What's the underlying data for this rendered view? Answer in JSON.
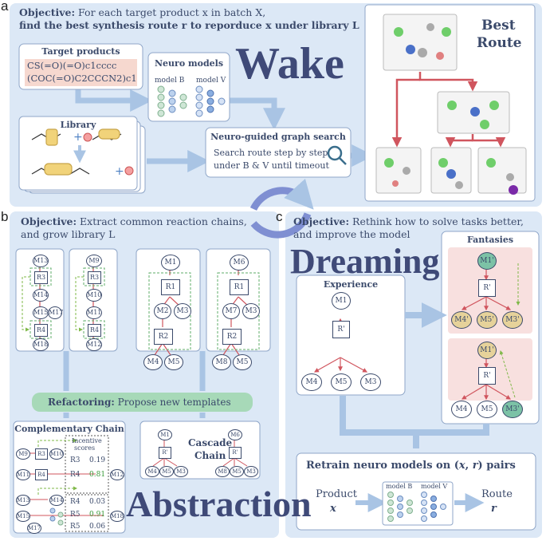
{
  "panel_a": {
    "letter": "a",
    "objective_label": "Objective:",
    "objective_text": " For each target product x in batch X,",
    "objective_line2": "find the best synthesis route r to reporduce x under library L",
    "target_products_title": "Target products",
    "smiles_1": "CS(=O)(=O)c1cccc",
    "smiles_2": "(COC(=O)C2CCCN2)c1",
    "neuro_models_title": "Neuro models",
    "model_b": "model B",
    "model_v": "model V",
    "wake": "Wake",
    "library_title": "Library",
    "search_title": "Neuro-guided graph search",
    "search_line1": "Search route step by step",
    "search_line2": "under B & V until timeout",
    "best_route": "Best\nRoute",
    "best": "Best",
    "route": "Route"
  },
  "panel_b": {
    "letter": "b",
    "objective_label": "Objective:",
    "objective_text": " Extract common reaction chains,",
    "objective_line2": "and grow library L",
    "refactoring_label": "Refactoring:",
    "refactoring_text": " Propose new templates",
    "complementary_chain": "Complementary Chain",
    "incentive": "Incentive",
    "scores": "scores",
    "score_rows": [
      {
        "r": "R3",
        "v": "0.19"
      },
      {
        "r": "R4",
        "v": "0.81"
      },
      {
        "r": "R4",
        "v": "0.03"
      },
      {
        "r": "R5",
        "v": "0.91"
      },
      {
        "r": "R5",
        "v": "0.06"
      }
    ],
    "cascade": "Cascade",
    "chain": "Chain",
    "abstraction": "Abstraction",
    "nodes": {
      "m1": "M1",
      "m2": "M2",
      "m3": "M3",
      "m4": "M4",
      "m5": "M5",
      "m6": "M6",
      "m7": "M7",
      "m8": "M8",
      "m9": "M9",
      "m10": "M10",
      "m11": "M11",
      "m12": "M12",
      "m13": "M13",
      "m14": "M14",
      "m15": "M15",
      "m16": "M16",
      "m17": "M17",
      "m18": "M18",
      "r1": "R1",
      "r2": "R2",
      "r3": "R3",
      "r4": "R4",
      "rprime": "R'"
    }
  },
  "panel_c": {
    "letter": "c",
    "objective_label": "Objective:",
    "objective_text": " Rethink how to solve tasks better,",
    "objective_line2": "and improve the model",
    "dreaming": "Dreaming",
    "experience": "Experience",
    "fantasies": "Fantasies",
    "retrain_prefix": "Retrain neuro models on (",
    "retrain_x": "x",
    "retrain_sep": ", ",
    "retrain_r": "r",
    "retrain_suffix": ") pairs",
    "product": "Product",
    "product_var": "x",
    "route": "Route",
    "route_var": "r",
    "model_b": "model B",
    "model_v": "model V",
    "nodes": {
      "m1": "M1",
      "m4": "M4",
      "m5": "M5",
      "m3": "M3",
      "rprime": "R'",
      "m1p": "M1'",
      "m4p": "M4'",
      "m5p": "M5'",
      "m3p": "M3'"
    }
  },
  "colors": {
    "panel_bg": "#dce8f6",
    "arrow_blue": "#a9c4e4",
    "red_edge": "#d0555e",
    "green_dash": "#7fb848",
    "pink_bg": "#f8e0df",
    "teal": "#7cc2a6",
    "tan": "#e6d29a",
    "refactor_green": "#a7d9b8"
  }
}
